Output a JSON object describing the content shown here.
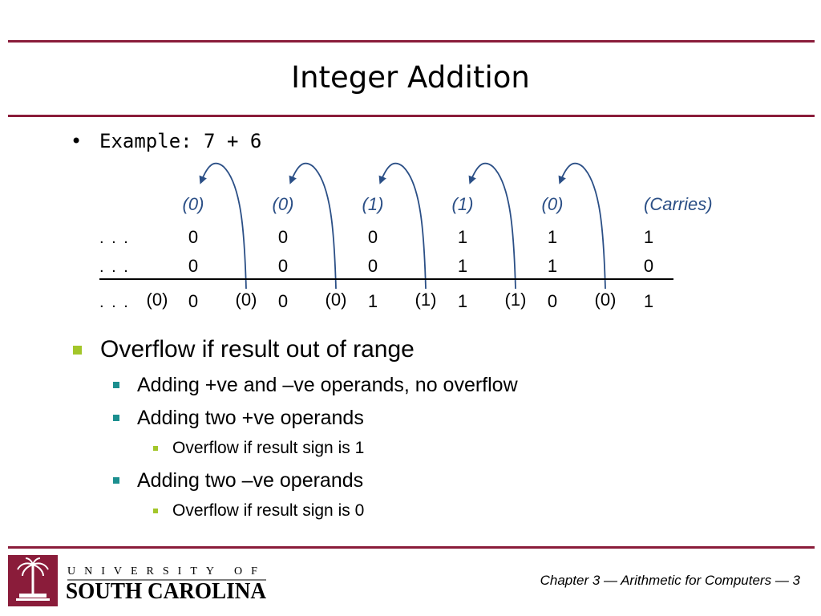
{
  "slide": {
    "title": "Integer Addition",
    "example_label": "Example: 7 + 6",
    "example_bullet": "•"
  },
  "diagram": {
    "carry_labels": [
      "(0)",
      "(0)",
      "(1)",
      "(1)",
      "(0)"
    ],
    "carries_caption": "(Carries)",
    "row_prefix": ". . .",
    "operand1": [
      "0",
      "0",
      "0",
      "1",
      "1",
      "1"
    ],
    "operand2": [
      "0",
      "0",
      "0",
      "1",
      "1",
      "0"
    ],
    "result_carries": [
      "(0)",
      "(0)",
      "(0)",
      "(1)",
      "(1)",
      "(0)"
    ],
    "result": [
      "0",
      "0",
      "1",
      "1",
      "0",
      "1"
    ],
    "arrow_color": "#2b4f86"
  },
  "bullets": [
    {
      "level": 1,
      "text": "Overflow if result out of range"
    },
    {
      "level": 2,
      "text": "Adding +ve and –ve operands, no overflow"
    },
    {
      "level": 2,
      "text": "Adding two +ve operands"
    },
    {
      "level": 3,
      "text": "Overflow if result sign is 1"
    },
    {
      "level": 2,
      "text": "Adding two –ve operands"
    },
    {
      "level": 3,
      "text": "Overflow if result sign is 0"
    }
  ],
  "footer": {
    "chapter_text": "Chapter 3 — Arithmetic for Computers — 3",
    "logo_line1": "UNIVERSITY OF",
    "logo_line2": "SOUTH CAROLINA",
    "brand_color": "#8a1c3a"
  }
}
